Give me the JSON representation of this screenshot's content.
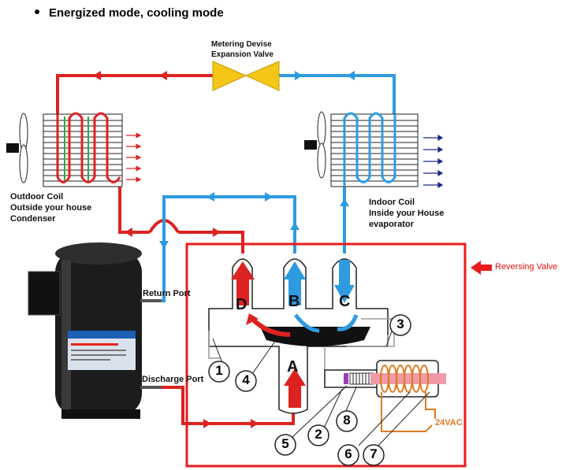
{
  "heading": "Energized mode, cooling mode",
  "valve_label": [
    "Metering Devise",
    "Expansion Valve"
  ],
  "outdoor_label": [
    "Outdoor Coil",
    "Outside your house",
    "Condenser"
  ],
  "indoor_label": [
    "Indoor Coil",
    "Inside your House",
    "evaporator"
  ],
  "return_port": "Return Port",
  "discharge_port": "Discharge Port",
  "reversing_valve": "Reversing Valve",
  "ports": {
    "a": "A",
    "b": "B",
    "c": "C",
    "d": "D"
  },
  "callouts": [
    "1",
    "2",
    "3",
    "4",
    "5",
    "6",
    "7",
    "8"
  ],
  "voltage": "24VAC",
  "colors": {
    "hot": "#dd2222",
    "cold": "#2e9be0",
    "valve": "#f5c518",
    "frame": "#e81c1c",
    "coil": "#e07a20"
  }
}
